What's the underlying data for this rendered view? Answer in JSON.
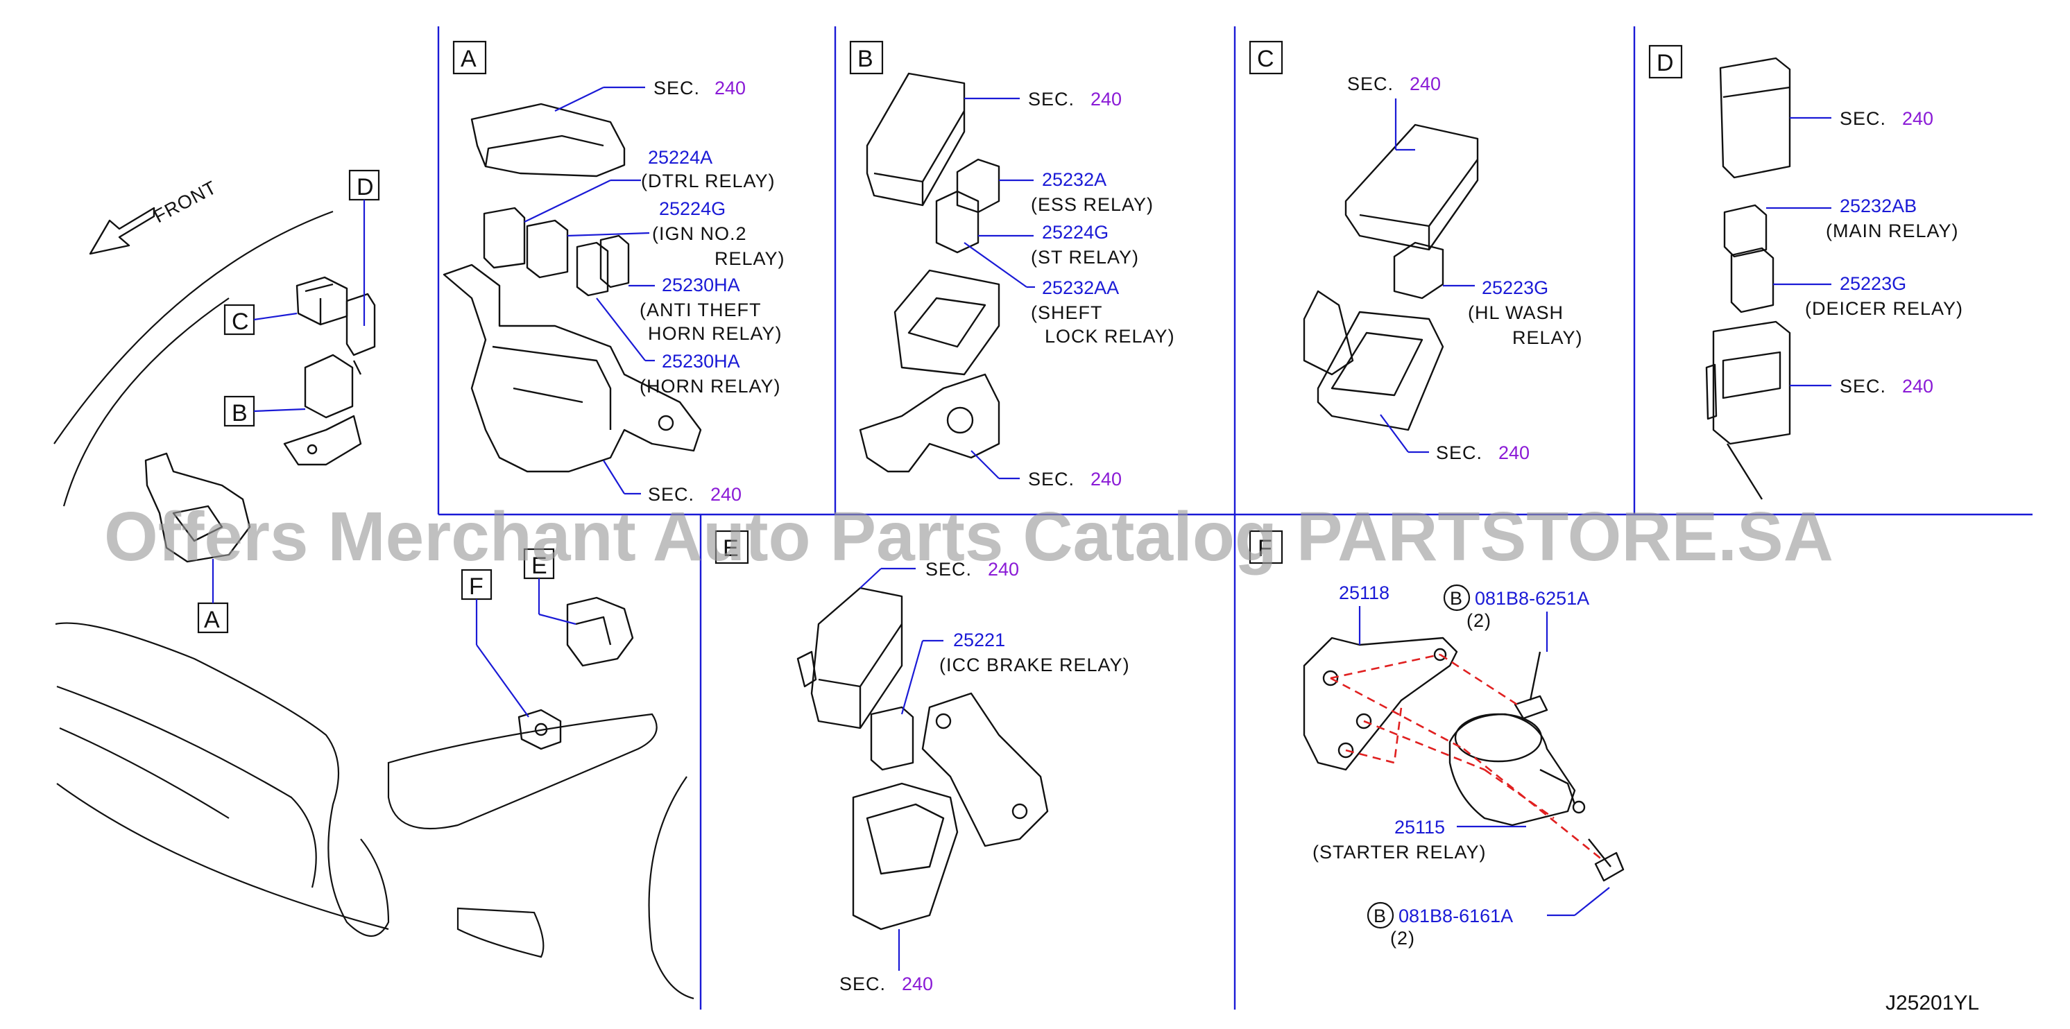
{
  "front_label": "FRONT",
  "panel_letters": {
    "A": "A",
    "B": "B",
    "C": "C",
    "D": "D",
    "E": "E",
    "F": "F"
  },
  "overview_letters": {
    "A": "A",
    "B": "B",
    "C": "C",
    "D": "D",
    "E": "E",
    "F": "F"
  },
  "sec": {
    "prefix": "SEC.",
    "num": "240"
  },
  "panel_a": {
    "p1": "25224A",
    "p1_desc": "(DTRL   RELAY)",
    "p2": "25224G",
    "p2_desc1": "(IGN   NO.2",
    "p2_desc2": "RELAY)",
    "p3": "25230HA",
    "p3_desc1": "(ANTI   THEFT",
    "p3_desc2": "HORN   RELAY)",
    "p4": "25230HA",
    "p4_desc": "(HORN   RELAY)"
  },
  "panel_b": {
    "p1": "25232A",
    "p1_desc": "(ESS   RELAY)",
    "p2": "25224G",
    "p2_desc": "(ST   RELAY)",
    "p3": "25232AA",
    "p3_desc1": "(SHEFT",
    "p3_desc2": "LOCK   RELAY)"
  },
  "panel_c": {
    "p1": "25223G",
    "p1_desc1": "(HL   WASH",
    "p1_desc2": "RELAY)"
  },
  "panel_d": {
    "p1": "25232AB",
    "p1_desc": "(MAIN   RELAY)",
    "p2": "25223G",
    "p2_desc": "(DEICER   RELAY)"
  },
  "panel_e": {
    "p1": "25221",
    "p1_desc": "(ICC   BRAKE   RELAY)"
  },
  "panel_f": {
    "p1": "25118",
    "bolt1": "081B8-6251A",
    "bolt1_qty": "(2)",
    "bolt_marker": "B",
    "p2": "25115",
    "p2_desc": "(STARTER   RELAY)",
    "bolt2": "081B8-6161A",
    "bolt2_qty": "(2)"
  },
  "watermark": "Offers Merchant Auto Parts Catalog PARTSTORE.SA",
  "diagram_code": "J25201YL",
  "colors": {
    "part_number": "#1a1ad6",
    "sec_number": "#8a1ad6",
    "dash": "#e02020",
    "panel_line": "#1a1ad6"
  }
}
